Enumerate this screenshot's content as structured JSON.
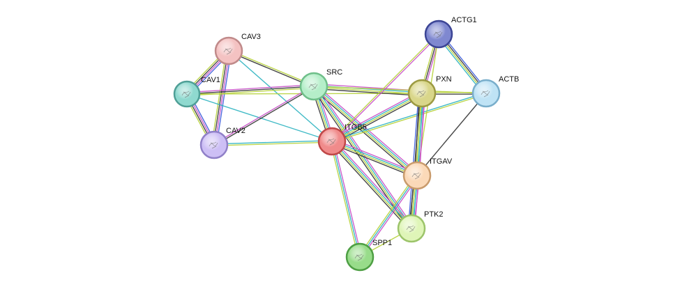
{
  "nodes": [
    {
      "id": "CAV3",
      "label": "CAV3",
      "color": "#f4c2c2",
      "stroke": "#c08a8a"
    },
    {
      "id": "CAV1",
      "label": "CAV1",
      "color": "#8fd9cf",
      "stroke": "#4f9f96"
    },
    {
      "id": "CAV2",
      "label": "CAV2",
      "color": "#cdbff5",
      "stroke": "#9080c8"
    },
    {
      "id": "SRC",
      "label": "SRC",
      "color": "#b5eec9",
      "stroke": "#6fbf8a"
    },
    {
      "id": "ITGB5",
      "label": "ITGB5",
      "color": "#f08b8b",
      "stroke": "#c04848"
    },
    {
      "id": "ACTG1",
      "label": "ACTG1",
      "color": "#7f88d0",
      "stroke": "#3c4595"
    },
    {
      "id": "PXN",
      "label": "PXN",
      "color": "#d9d68a",
      "stroke": "#9c9a42"
    },
    {
      "id": "ACTB",
      "label": "ACTB",
      "color": "#bfe3f5",
      "stroke": "#79aecb"
    },
    {
      "id": "ITGAV",
      "label": "ITGAV",
      "color": "#fbd9b8",
      "stroke": "#c99b6c"
    },
    {
      "id": "PTK2",
      "label": "PTK2",
      "color": "#dff5b8",
      "stroke": "#9cc46a"
    },
    {
      "id": "SPP1",
      "label": "SPP1",
      "color": "#98dc8a",
      "stroke": "#4e9f44"
    }
  ],
  "edges": [
    {
      "source": "CAV3",
      "target": "CAV1",
      "evidence": [
        "blue",
        "purple",
        "black",
        "olive"
      ]
    },
    {
      "source": "CAV3",
      "target": "CAV2",
      "evidence": [
        "blue",
        "purple",
        "black",
        "olive"
      ]
    },
    {
      "source": "CAV1",
      "target": "CAV2",
      "evidence": [
        "blue",
        "purple",
        "black",
        "olive"
      ]
    },
    {
      "source": "CAV3",
      "target": "SRC",
      "evidence": [
        "olive",
        "black"
      ]
    },
    {
      "source": "CAV3",
      "target": "ITGB5",
      "evidence": [
        "cyan"
      ]
    },
    {
      "source": "CAV1",
      "target": "SRC",
      "evidence": [
        "purple",
        "black",
        "olive"
      ]
    },
    {
      "source": "CAV1",
      "target": "ITGB5",
      "evidence": [
        "cyan"
      ]
    },
    {
      "source": "CAV1",
      "target": "PXN",
      "evidence": [
        "olive"
      ]
    },
    {
      "source": "CAV2",
      "target": "SRC",
      "evidence": [
        "purple",
        "black"
      ]
    },
    {
      "source": "CAV2",
      "target": "ITGB5",
      "evidence": [
        "cyan",
        "olive"
      ]
    },
    {
      "source": "SRC",
      "target": "ITGB5",
      "evidence": [
        "purple",
        "cyan",
        "olive",
        "black"
      ]
    },
    {
      "source": "SRC",
      "target": "PXN",
      "evidence": [
        "purple",
        "cyan",
        "olive",
        "black"
      ]
    },
    {
      "source": "SRC",
      "target": "ACTB",
      "evidence": [
        "olive"
      ]
    },
    {
      "source": "SRC",
      "target": "ITGAV",
      "evidence": [
        "purple",
        "cyan",
        "olive",
        "black"
      ]
    },
    {
      "source": "SRC",
      "target": "PTK2",
      "evidence": [
        "purple",
        "cyan",
        "olive",
        "black"
      ]
    },
    {
      "source": "ITGB5",
      "target": "ACTG1",
      "evidence": [
        "olive",
        "purple"
      ]
    },
    {
      "source": "ITGB5",
      "target": "PXN",
      "evidence": [
        "purple",
        "cyan",
        "olive",
        "black"
      ]
    },
    {
      "source": "ITGB5",
      "target": "ACTB",
      "evidence": [
        "cyan",
        "olive"
      ]
    },
    {
      "source": "ITGB5",
      "target": "ITGAV",
      "evidence": [
        "purple",
        "cyan",
        "olive",
        "black"
      ]
    },
    {
      "source": "ITGB5",
      "target": "PTK2",
      "evidence": [
        "purple",
        "cyan",
        "olive",
        "black"
      ]
    },
    {
      "source": "ITGB5",
      "target": "SPP1",
      "evidence": [
        "purple",
        "cyan",
        "olive"
      ]
    },
    {
      "source": "ACTG1",
      "target": "PXN",
      "evidence": [
        "purple",
        "black",
        "olive"
      ]
    },
    {
      "source": "ACTG1",
      "target": "ACTB",
      "evidence": [
        "blue",
        "black",
        "olive",
        "cyan"
      ]
    },
    {
      "source": "ACTG1",
      "target": "ITGAV",
      "evidence": [
        "olive"
      ]
    },
    {
      "source": "PXN",
      "target": "ACTB",
      "evidence": [
        "olive",
        "black"
      ]
    },
    {
      "source": "PXN",
      "target": "ITGAV",
      "evidence": [
        "purple",
        "cyan",
        "olive",
        "black"
      ]
    },
    {
      "source": "PXN",
      "target": "PTK2",
      "evidence": [
        "purple",
        "cyan",
        "olive",
        "black",
        "blue"
      ]
    },
    {
      "source": "ACTB",
      "target": "ITGAV",
      "evidence": [
        "black"
      ]
    },
    {
      "source": "ITGAV",
      "target": "PTK2",
      "evidence": [
        "purple",
        "cyan",
        "olive",
        "black"
      ]
    },
    {
      "source": "ITGAV",
      "target": "SPP1",
      "evidence": [
        "purple",
        "cyan",
        "olive"
      ]
    },
    {
      "source": "PTK2",
      "target": "SPP1",
      "evidence": [
        "olive"
      ]
    }
  ],
  "evidence_colors": {
    "blue": "#3b5bdb",
    "purple": "#c64fc6",
    "black": "#333333",
    "olive": "#b6d23a",
    "cyan": "#2bb3c0"
  }
}
